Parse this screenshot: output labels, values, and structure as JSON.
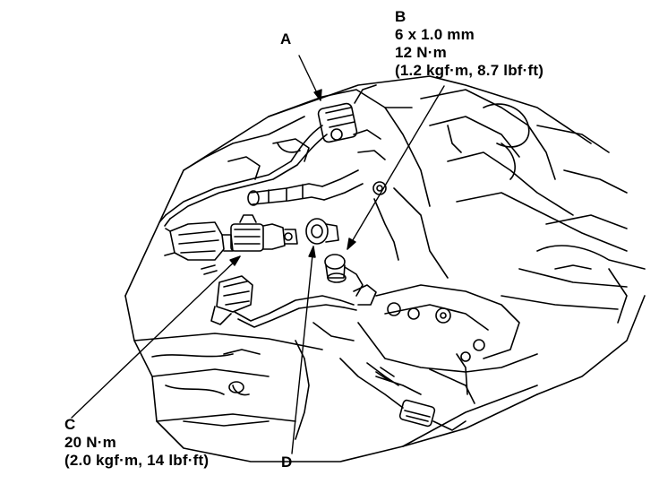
{
  "diagram": {
    "callouts": {
      "a": {
        "letter": "A"
      },
      "b": {
        "letter": "B",
        "spec": "6 x 1.0 mm",
        "torque": "12 N·m",
        "torque_alt": "(1.2 kgf·m, 8.7 lbf·ft)"
      },
      "c": {
        "letter": "C",
        "torque": "20 N·m",
        "torque_alt": "(2.0 kgf·m, 14 lbf·ft)"
      },
      "d": {
        "letter": "D"
      }
    },
    "colors": {
      "ink": "#000000",
      "paper": "#ffffff"
    }
  }
}
